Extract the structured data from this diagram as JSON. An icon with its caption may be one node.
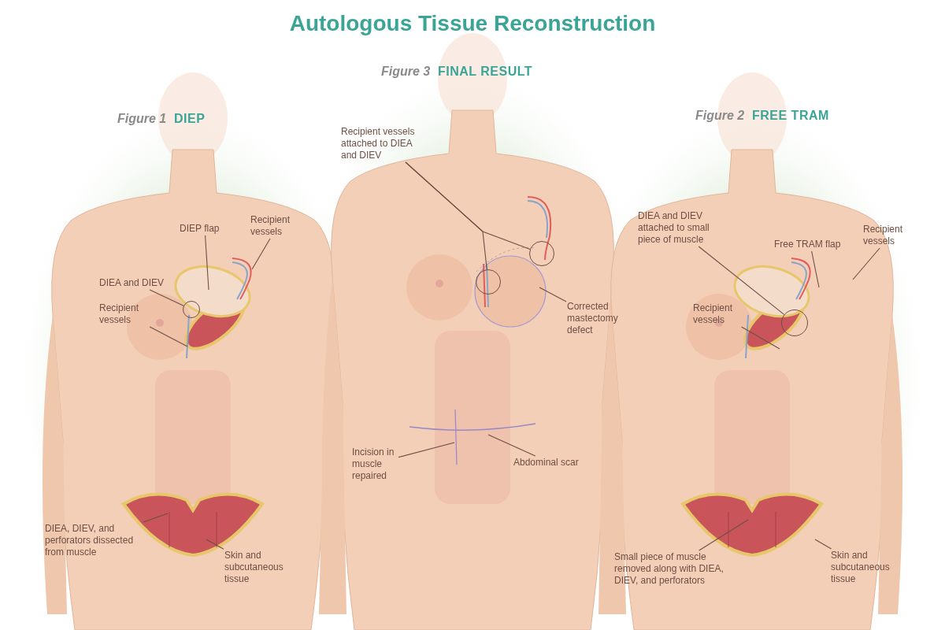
{
  "diagram": {
    "title": "Autologous Tissue Reconstruction",
    "nodes": [
      {
        "text": [
          "DIEP flap"
        ]
      },
      {
        "text": [
          "Recipient vessels"
        ]
      },
      {
        "text": [
          "DIEA and DIEV"
        ]
      },
      {
        "text": [],
        "shape": "circle"
      },
      {
        "text": [
          "Recipient vessels"
        ]
      },
      {
        "text": [
          "DIEA, DIEV, and perforators dissected from muscle"
        ]
      },
      {
        "text": [
          "Skin and subcutaneous tissue"
        ]
      },
      {
        "text": [
          "Recipient vessels attached to DIEA and DIEV"
        ]
      },
      {
        "text": [],
        "shape": "circle"
      },
      {
        "text": [],
        "shape": "circle"
      },
      {
        "text": [
          "Corrected mastectomy defect"
        ]
      },
      {
        "text": [
          "Incision in muscle repaired"
        ]
      },
      {
        "text": [
          "Abdominal scar"
        ]
      },
      {
        "text": [
          "DIEA and DIEV attached to small piece of muscle"
        ]
      },
      {
        "text": [],
        "shape": "circle"
      },
      {
        "text": [
          "Free TRAM flap"
        ]
      },
      {
        "text": [
          "Recipient vessels"
        ]
      },
      {
        "text": [
          "Recipient vessels"
        ]
      },
      {
        "text": [
          "Small piece of muscle removed along with DIEA, DIEV, and perforators"
        ]
      },
      {
        "text": [
          "Skin and subcutaneous tissue"
        ]
      }
    ],
    "edges": [
      {
        "from": 0,
        "to": null,
        "arrow": "none"
      },
      {
        "from": 1,
        "to": null,
        "arrow": "none"
      },
      {
        "from": 2,
        "to": 3,
        "arrow": "none"
      },
      {
        "from": 4,
        "to": null,
        "arrow": "none"
      },
      {
        "from": 5,
        "to": null,
        "arrow": "none"
      },
      {
        "from": 6,
        "to": null,
        "arrow": "none"
      },
      {
        "from": 7,
        "to": 8,
        "arrow": "none"
      },
      {
        "from": 7,
        "to": 9,
        "arrow": "none"
      },
      {
        "from": 10,
        "to": null,
        "arrow": "none"
      },
      {
        "from": 11,
        "to": null,
        "arrow": "none"
      },
      {
        "from": 12,
        "to": null,
        "arrow": "none"
      },
      {
        "from": 13,
        "to": 14,
        "arrow": "none"
      },
      {
        "from": 15,
        "to": null,
        "arrow": "none"
      },
      {
        "from": 16,
        "to": null,
        "arrow": "none"
      },
      {
        "from": 17,
        "to": null,
        "arrow": "none"
      },
      {
        "from": 18,
        "to": null,
        "arrow": "none"
      },
      {
        "from": 19,
        "to": null,
        "arrow": "none"
      }
    ],
    "labels": [
      "Figure 3",
      "FINAL RESULT",
      "Figure 1",
      "DIEP",
      "Figure 2",
      "FREE TRAM"
    ]
  }
}
